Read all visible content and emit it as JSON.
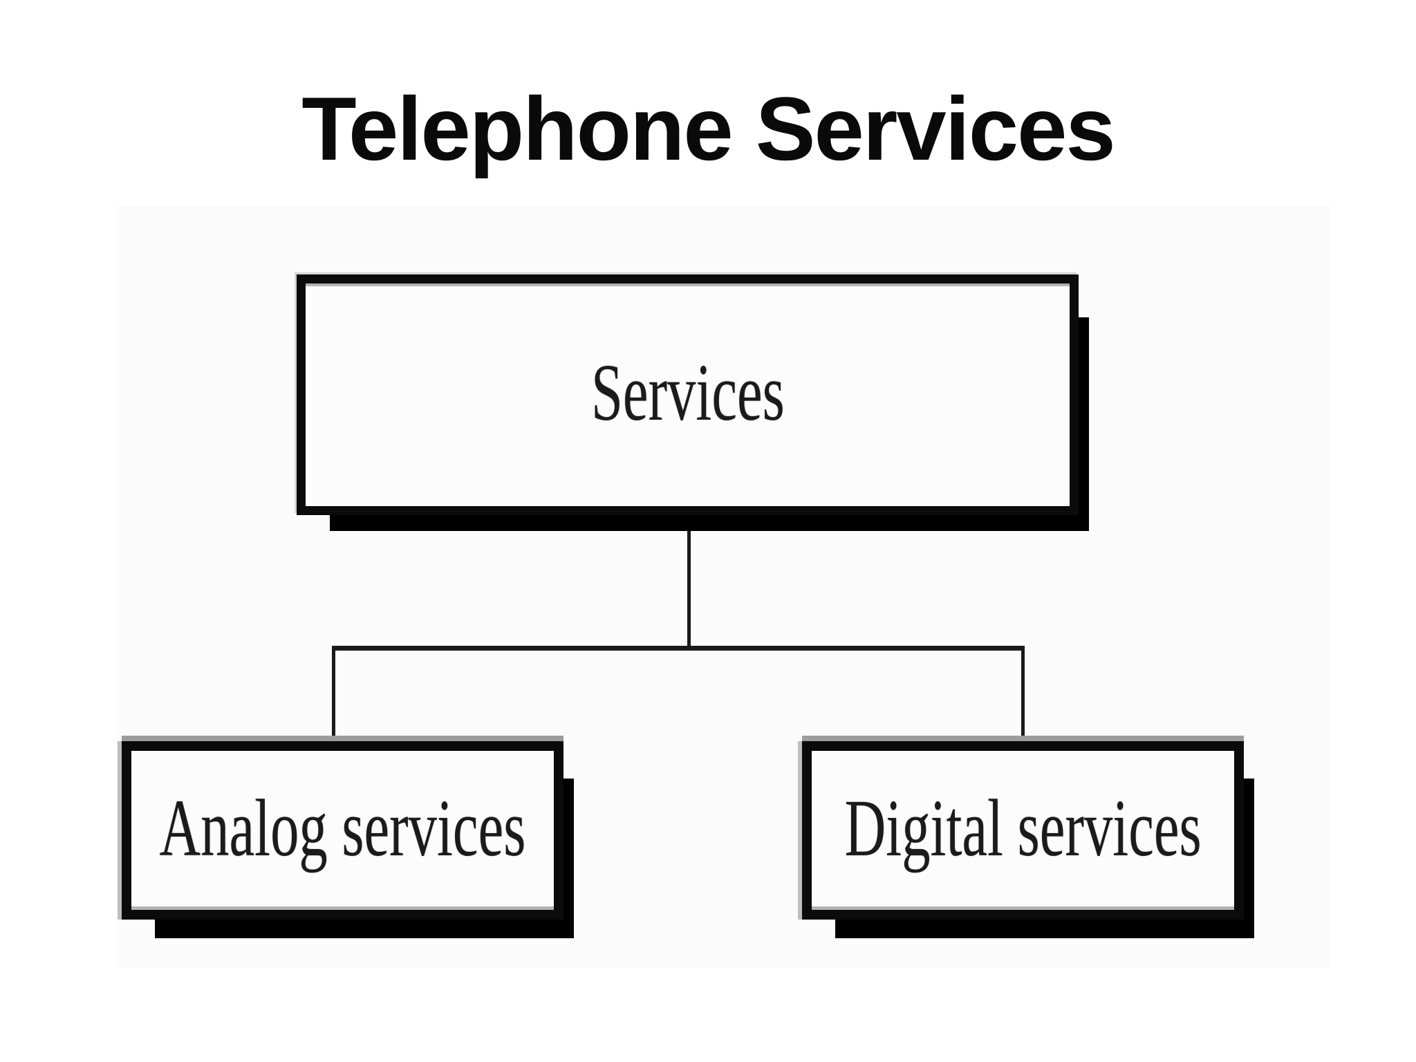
{
  "title": {
    "text": "Telephone Services"
  },
  "diagram": {
    "type": "tree",
    "root": {
      "id": "services",
      "label": "Services"
    },
    "children": [
      {
        "id": "analog",
        "label": "Analog services"
      },
      {
        "id": "digital",
        "label": "Digital services"
      }
    ],
    "edges": [
      {
        "from": "services",
        "to": "analog"
      },
      {
        "from": "services",
        "to": "digital"
      }
    ],
    "colors": {
      "background": "#ffffff",
      "scan_tint": "#fbfbfb",
      "box_fill": "#fcfcfc",
      "box_border": "#0b0b0b",
      "drop_shadow": "#000000",
      "connector": "#1a1a1a",
      "bevel_grey": "#b2b2b2",
      "title_text": "#0a0a0a",
      "label_text": "#1b1b1b"
    }
  }
}
